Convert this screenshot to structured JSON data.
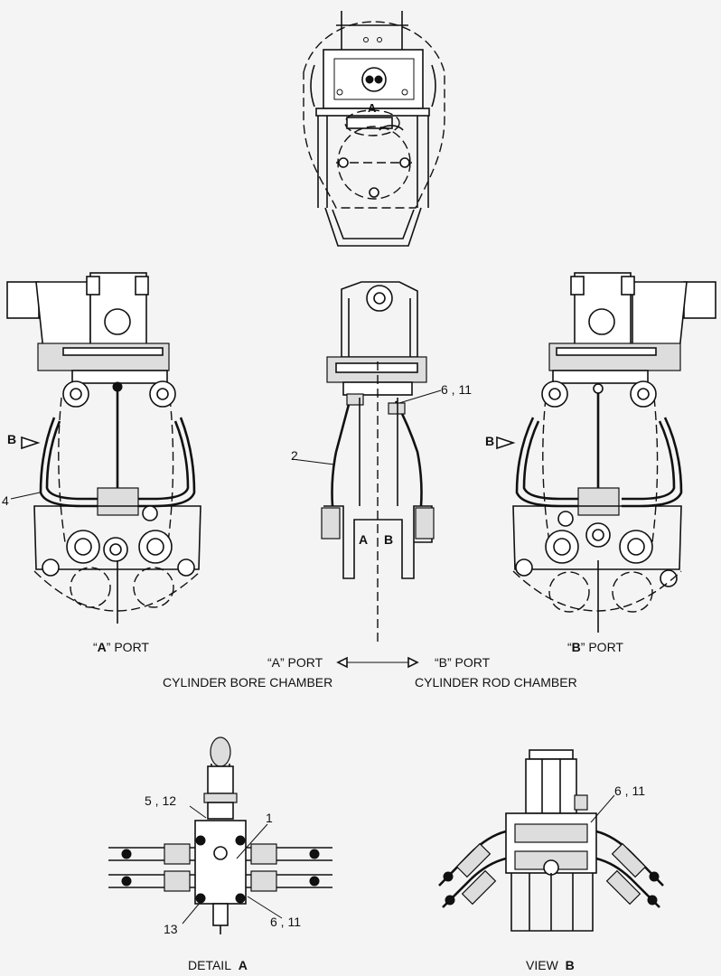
{
  "labels": {
    "detail_a_marker": "A",
    "view_b_arrow_left": "B",
    "view_b_arrow_right": "B",
    "callout_2": "2",
    "callout_4": "4",
    "callout_6_11_mid": "6 , 11",
    "center_a": "A",
    "center_b": "B",
    "a_port_left_prefix": "“",
    "a_port_left_letter": "A",
    "a_port_left_suffix": "” PORT",
    "b_port_right_prefix": "“",
    "b_port_right_letter": "B",
    "b_port_right_suffix": "” PORT",
    "a_port_center": "“A” PORT",
    "b_port_center": "“B” PORT",
    "cylinder_bore": "CYLINDER BORE CHAMBER",
    "cylinder_rod": "CYLINDER ROD CHAMBER",
    "callout_5_12": "5 , 12",
    "callout_1": "1",
    "callout_13": "13",
    "callout_6_11_detail": "6 , 11",
    "callout_6_11_view": "6 , 11",
    "detail_a_word": "DETAIL",
    "detail_a_letter": "A",
    "view_b_word": "VIEW",
    "view_b_letter": "B"
  }
}
